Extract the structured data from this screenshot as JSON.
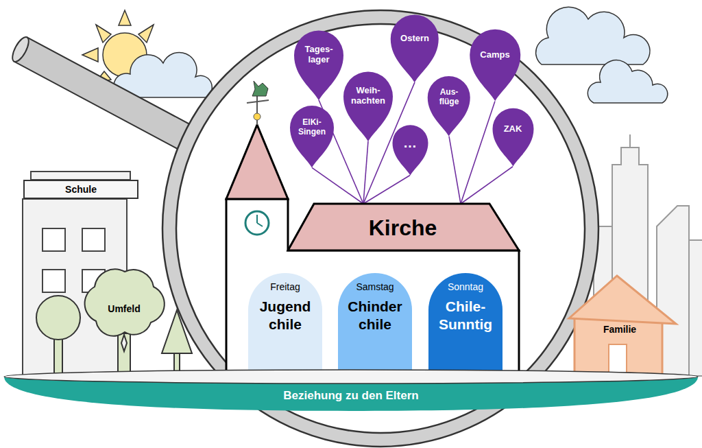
{
  "diagram": {
    "nodes": [
      {
        "text": [
          "Schule"
        ]
      },
      {
        "text": [
          "Tages- lager"
        ]
      },
      {
        "text": [
          "Ostern"
        ]
      },
      {
        "text": [
          "Camps"
        ]
      },
      {
        "text": [
          "Weih- nachten"
        ]
      },
      {
        "text": [
          "Aus- flüge"
        ]
      },
      {
        "text": [
          "ElKi- Singen"
        ]
      },
      {
        "text": [
          "…"
        ]
      },
      {
        "text": [
          "ZAK"
        ]
      },
      {
        "text": [
          "Kirche"
        ]
      },
      {
        "text": [
          "Freitag",
          "Jugend chile"
        ],
        "in": 9
      },
      {
        "text": [
          "Samstag",
          "Chinder chile"
        ],
        "in": 9
      },
      {
        "text": [
          "Sonntag",
          "Chile- Sunntig"
        ],
        "in": 9
      },
      {
        "text": [
          "Umfeld"
        ]
      },
      {
        "text": [
          "Familie"
        ]
      },
      {
        "text": [
          "Beziehung zu den Eltern"
        ]
      }
    ],
    "edges": [
      {
        "from": 1,
        "to": 9,
        "arrow": "none"
      },
      {
        "from": 2,
        "to": 9,
        "arrow": "none"
      },
      {
        "from": 3,
        "to": 9,
        "arrow": "none"
      },
      {
        "from": 4,
        "to": 9,
        "arrow": "none"
      },
      {
        "from": 5,
        "to": 9,
        "arrow": "none"
      },
      {
        "from": 6,
        "to": 9,
        "arrow": "none"
      },
      {
        "from": 7,
        "to": 9,
        "arrow": "none"
      },
      {
        "from": 8,
        "to": 9,
        "arrow": "none"
      }
    ]
  }
}
